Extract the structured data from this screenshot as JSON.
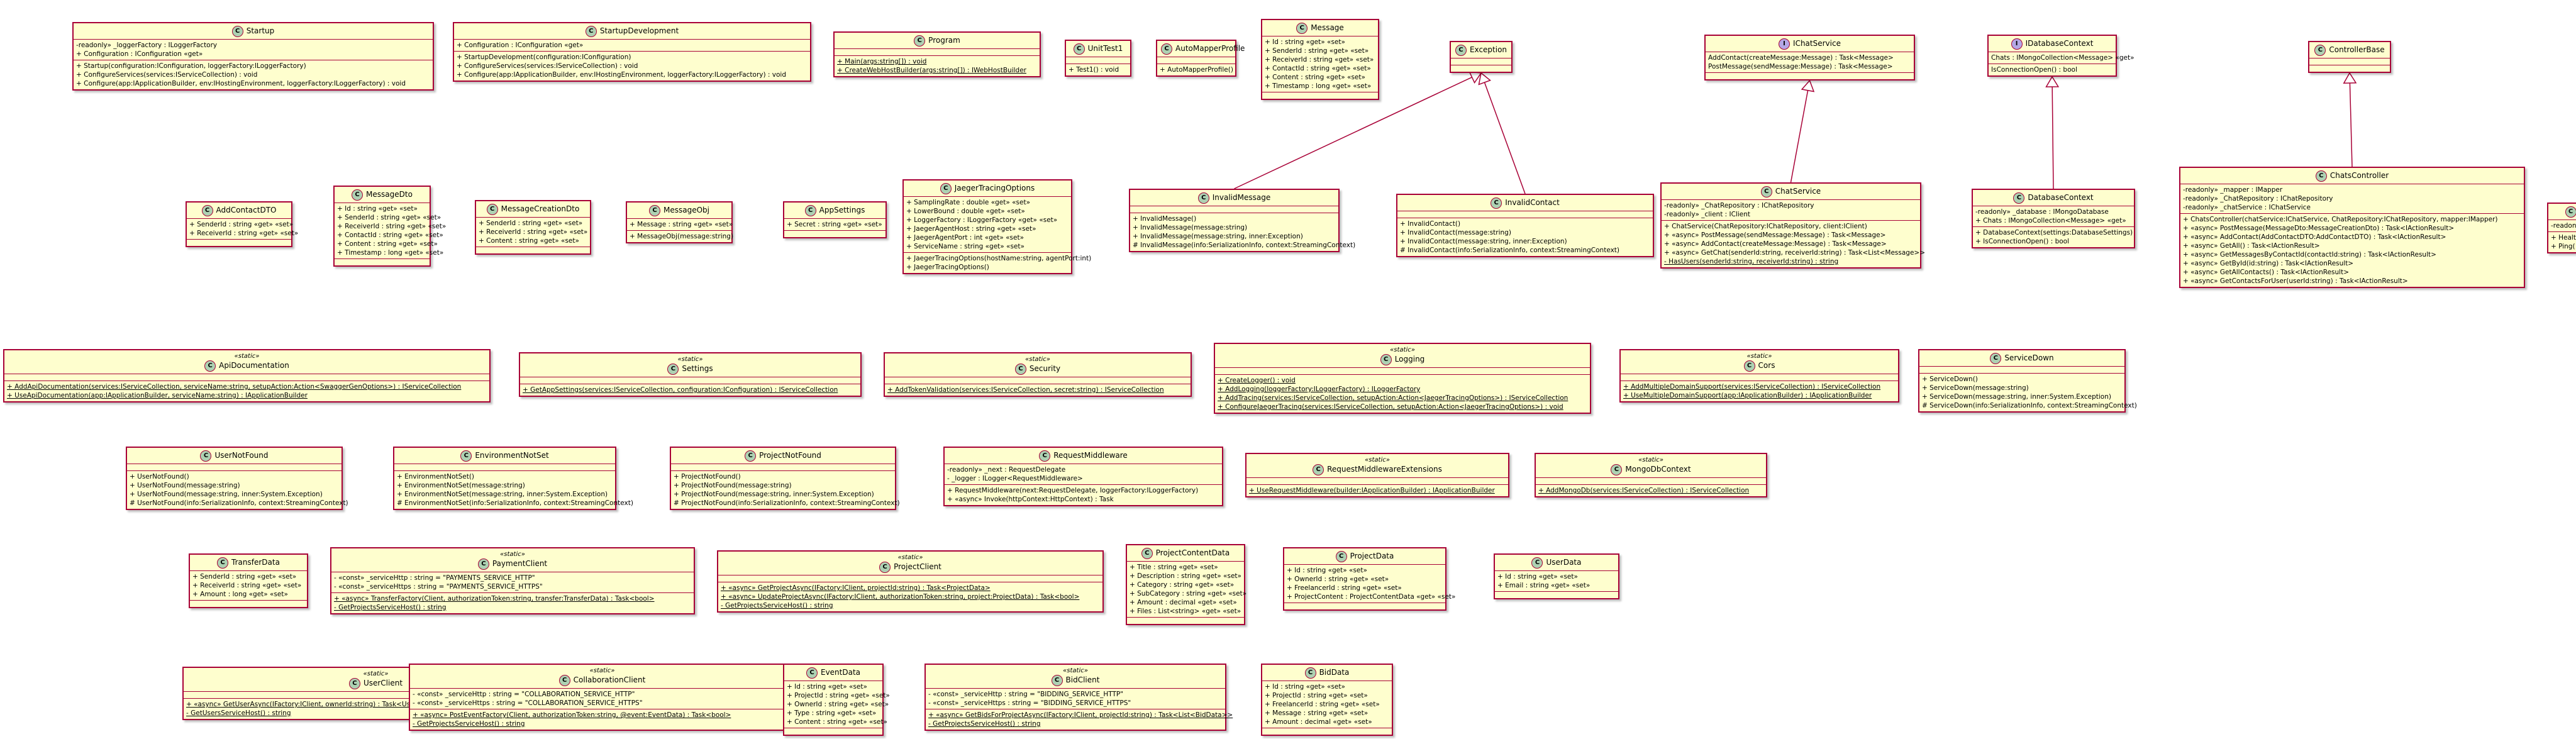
{
  "classes": [
    {
      "id": "Startup",
      "name": "Startup",
      "kind": "class",
      "fields": [
        "-readonly» _loggerFactory : ILoggerFactory",
        "+ Configuration : IConfiguration «get»"
      ],
      "methods": [
        "+ Startup(configuration:IConfiguration, loggerFactory:ILoggerFactory)",
        "+ ConfigureServices(services:IServiceCollection) : void",
        "+ Configure(app:IApplicationBuilder, env:IHostingEnvironment, loggerFactory:ILoggerFactory) : void"
      ]
    },
    {
      "id": "StartupDevelopment",
      "name": "StartupDevelopment",
      "kind": "class",
      "fields": [
        "+ Configuration : IConfiguration «get»"
      ],
      "methods": [
        "+ StartupDevelopment(configuration:IConfiguration)",
        "+ ConfigureServices(services:IServiceCollection) : void",
        "+ Configure(app:IApplicationBuilder, env:IHostingEnvironment, loggerFactory:ILoggerFactory) : void"
      ]
    },
    {
      "id": "Program",
      "name": "Program",
      "kind": "class",
      "fields": [],
      "methods": [
        "+ Main(args:string[]) : void",
        "+ CreateWebHostBuilder(args:string[]) : IWebHostBuilder"
      ],
      "static_methods": [
        0,
        1
      ]
    },
    {
      "id": "UnitTest1",
      "name": "UnitTest1",
      "kind": "class",
      "fields": [],
      "methods": [
        "+ Test1() : void"
      ]
    },
    {
      "id": "AutoMapperProfile",
      "name": "AutoMapperProfile",
      "kind": "class",
      "fields": [],
      "methods": [
        "+ AutoMapperProfile()"
      ]
    },
    {
      "id": "Message",
      "name": "Message",
      "kind": "class",
      "fields": [
        "+ Id : string «get» «set»",
        "+ SenderId : string «get» «set»",
        "+ ReceiverId : string «get» «set»",
        "+ ContactId : string «get» «set»",
        "+ Content : string «get» «set»",
        "+ Timestamp : long «get» «set»"
      ],
      "methods": []
    },
    {
      "id": "Exception",
      "name": "Exception",
      "kind": "class",
      "fields": [],
      "methods": []
    },
    {
      "id": "IChatService",
      "name": "IChatService",
      "kind": "interface",
      "fields": [
        "AddContact(createMessage:Message) : Task<Message>",
        "PostMessage(sendMessage:Message) : Task<Message>"
      ],
      "methods": []
    },
    {
      "id": "IDatabaseContext",
      "name": "IDatabaseContext",
      "kind": "interface",
      "fields": [
        "Chats : IMongoCollection<Message> «get»"
      ],
      "methods": [
        "IsConnectionOpen() : bool"
      ]
    },
    {
      "id": "ControllerBase",
      "name": "ControllerBase",
      "kind": "class",
      "fields": [],
      "methods": []
    },
    {
      "id": "AddContactDTO",
      "name": "AddContactDTO",
      "kind": "class",
      "fields": [
        "+ SenderId : string «get» «set»",
        "+ ReceiverId : string «get» «set»"
      ],
      "methods": []
    },
    {
      "id": "MessageDto",
      "name": "MessageDto",
      "kind": "class",
      "fields": [
        "+ Id : string «get» «set»",
        "+ SenderId : string «get» «set»",
        "+ ReceiverId : string «get» «set»",
        "+ ContactId : string «get» «set»",
        "+ Content : string «get» «set»",
        "+ Timestamp : long «get» «set»"
      ],
      "methods": []
    },
    {
      "id": "MessageCreationDto",
      "name": "MessageCreationDto",
      "kind": "class",
      "fields": [
        "+ SenderId : string «get» «set»",
        "+ ReceiverId : string «get» «set»",
        "+ Content : string «get» «set»"
      ],
      "methods": []
    },
    {
      "id": "MessageObj",
      "name": "MessageObj",
      "kind": "class",
      "fields": [
        "+ Message : string «get» «set»"
      ],
      "methods": [
        "+ MessageObj(message:string)"
      ]
    },
    {
      "id": "AppSettings",
      "name": "AppSettings",
      "kind": "class",
      "fields": [
        "+ Secret : string «get» «set»"
      ],
      "methods": []
    },
    {
      "id": "JaegerTracingOptions",
      "name": "JaegerTracingOptions",
      "kind": "class",
      "fields": [
        "+ SamplingRate : double «get» «set»",
        "+ LowerBound : double «get» «set»",
        "+ LoggerFactory : ILoggerFactory «get» «set»",
        "+ JaegerAgentHost : string «get» «set»",
        "+ JaegerAgentPort : int «get» «set»",
        "+ ServiceName : string «get» «set»"
      ],
      "methods": [
        "+ JaegerTracingOptions(hostName:string, agentPort:int)",
        "+ JaegerTracingOptions()"
      ]
    },
    {
      "id": "InvalidMessage",
      "name": "InvalidMessage",
      "kind": "class",
      "fields": [],
      "methods": [
        "+ InvalidMessage()",
        "+ InvalidMessage(message:string)",
        "+ InvalidMessage(message:string, inner:Exception)",
        "# InvalidMessage(info:SerializationInfo, context:StreamingContext)"
      ]
    },
    {
      "id": "InvalidContact",
      "name": "InvalidContact",
      "kind": "class",
      "fields": [],
      "methods": [
        "+ InvalidContact()",
        "+ InvalidContact(message:string)",
        "+ InvalidContact(message:string, inner:Exception)",
        "# InvalidContact(info:SerializationInfo, context:StreamingContext)"
      ]
    },
    {
      "id": "ChatService",
      "name": "ChatService",
      "kind": "class",
      "fields": [
        "-readonly» _ChatRepository : IChatRepository",
        "-readonly» _client : IClient"
      ],
      "methods": [
        "+ ChatService(ChatRepository:IChatRepository, client:IClient)",
        "+ «async» PostMessage(sendMessage:Message) : Task<Message>",
        "+ «async» AddContact(createMessage:Message) : Task<Message>",
        "+ «async» GetChat(senderId:string, receiverId:string) : Task<List<Message>>",
        "- HasUsers(senderId:string, receiverId:string) : string"
      ],
      "static_methods": [
        4
      ]
    },
    {
      "id": "DatabaseContext",
      "name": "DatabaseContext",
      "kind": "class",
      "fields": [
        "-readonly» _database : IMongoDatabase",
        "+ Chats : IMongoCollection<Message> «get»"
      ],
      "methods": [
        "+ DatabaseContext(settings:DatabaseSettings)",
        "+ IsConnectionOpen() : bool"
      ]
    },
    {
      "id": "ChatsController",
      "name": "ChatsController",
      "kind": "class",
      "fields": [
        "-readonly» _mapper : IMapper",
        "-readonly» _ChatRepository : IChatRepository",
        "-readonly» _chatService : IChatService"
      ],
      "methods": [
        "+ ChatsController(chatService:IChatService, ChatRepository:IChatRepository, mapper:IMapper)",
        "+ «async» PostMessage(MessageDto:MessageCreationDto) : Task<IActionResult>",
        "+ «async» AddContact(AddContactDTO:AddContactDTO) : Task<IActionResult>",
        "+ «async» GetAll() : Task<IActionResult>",
        "+ «async» GetMessagesByContactId(contactId:string) : Task<IActionResult>",
        "+ «async» GetById(id:string) : Task<IActionResult>",
        "+ «async» GetAllContacts() : Task<IActionResult>",
        "+ «async» GetContactsForUser(userId:string) : Task<IActionResult>"
      ]
    },
    {
      "id": "PartialRight",
      "name": "",
      "kind": "class",
      "fields": [
        "-readonl"
      ],
      "methods": [
        "+ Healt",
        "+ Ping("
      ]
    },
    {
      "id": "ApiDocumentation",
      "name": "ApiDocumentation",
      "kind": "static",
      "fields": [],
      "methods": [
        "+ AddApiDocumentation(services:IServiceCollection, serviceName:string, setupAction:Action<SwaggerGenOptions>) : IServiceCollection",
        "+ UseApiDocumentation(app:IApplicationBuilder, serviceName:string) : IApplicationBuilder"
      ],
      "static_methods": [
        0,
        1
      ]
    },
    {
      "id": "Settings",
      "name": "Settings",
      "kind": "static",
      "fields": [],
      "methods": [
        "+ GetAppSettings(services:IServiceCollection, configuration:IConfiguration) : IServiceCollection"
      ],
      "static_methods": [
        0
      ]
    },
    {
      "id": "Security",
      "name": "Security",
      "kind": "static",
      "fields": [],
      "methods": [
        "+ AddTokenValidation(services:IServiceCollection, secret:string) : IServiceCollection"
      ],
      "static_methods": [
        0
      ]
    },
    {
      "id": "Logging",
      "name": "Logging",
      "kind": "static",
      "fields": [],
      "methods": [
        "+ CreateLogger() : void",
        "+ AddLogging(loggerFactory:ILoggerFactory) : ILoggerFactory",
        "+ AddTracing(services:IServiceCollection, setupAction:Action<JaegerTracingOptions>) : IServiceCollection",
        "+ ConfigureJaegerTracing(services:IServiceCollection, setupAction:Action<JaegerTracingOptions>) : void"
      ],
      "static_methods": [
        0,
        1,
        2,
        3
      ]
    },
    {
      "id": "Cors",
      "name": "Cors",
      "kind": "static",
      "fields": [],
      "methods": [
        "+ AddMultipleDomainSupport(services:IServiceCollection) : IServiceCollection",
        "+ UseMultipleDomainSupport(app:IApplicationBuilder) : IApplicationBuilder"
      ],
      "static_methods": [
        0,
        1
      ]
    },
    {
      "id": "ServiceDown",
      "name": "ServiceDown",
      "kind": "class",
      "fields": [],
      "methods": [
        "+ ServiceDown()",
        "+ ServiceDown(message:string)",
        "+ ServiceDown(message:string, inner:System.Exception)",
        "# ServiceDown(info:SerializationInfo, context:StreamingContext)"
      ]
    },
    {
      "id": "UserNotFound",
      "name": "UserNotFound",
      "kind": "class",
      "fields": [],
      "methods": [
        "+ UserNotFound()",
        "+ UserNotFound(message:string)",
        "+ UserNotFound(message:string, inner:System.Exception)",
        "# UserNotFound(info:SerializationInfo, context:StreamingContext)"
      ]
    },
    {
      "id": "EnvironmentNotSet",
      "name": "EnvironmentNotSet",
      "kind": "class",
      "fields": [],
      "methods": [
        "+ EnvironmentNotSet()",
        "+ EnvironmentNotSet(message:string)",
        "+ EnvironmentNotSet(message:string, inner:System.Exception)",
        "# EnvironmentNotSet(info:SerializationInfo, context:StreamingContext)"
      ]
    },
    {
      "id": "ProjectNotFound",
      "name": "ProjectNotFound",
      "kind": "class",
      "fields": [],
      "methods": [
        "+ ProjectNotFound()",
        "+ ProjectNotFound(message:string)",
        "+ ProjectNotFound(message:string, inner:System.Exception)",
        "# ProjectNotFound(info:SerializationInfo, context:StreamingContext)"
      ]
    },
    {
      "id": "RequestMiddleware",
      "name": "RequestMiddleware",
      "kind": "class",
      "fields": [
        "-readonly» _next : RequestDelegate",
        "- _logger : ILogger<RequestMiddleware>"
      ],
      "methods": [
        "+ RequestMiddleware(next:RequestDelegate, loggerFactory:ILoggerFactory)",
        "+ «async» Invoke(httpContext:HttpContext) : Task"
      ]
    },
    {
      "id": "RequestMiddlewareExtensions",
      "name": "RequestMiddlewareExtensions",
      "kind": "static",
      "fields": [],
      "methods": [
        "+ UseRequestMiddleware(builder:IApplicationBuilder) : IApplicationBuilder"
      ],
      "static_methods": [
        0
      ]
    },
    {
      "id": "MongoDbContext",
      "name": "MongoDbContext",
      "kind": "static",
      "fields": [],
      "methods": [
        "+ AddMongoDb(services:IServiceCollection) : IServiceCollection"
      ],
      "static_methods": [
        0
      ]
    },
    {
      "id": "TransferData",
      "name": "TransferData",
      "kind": "class",
      "fields": [
        "+ SenderId : string «get» «set»",
        "+ ReceiverId : string «get» «set»",
        "+ Amount : long «get» «set»"
      ],
      "methods": []
    },
    {
      "id": "PaymentClient",
      "name": "PaymentClient",
      "kind": "static",
      "fields": [
        "- «const» _serviceHttp : string = \"PAYMENTS_SERVICE_HTTP\"",
        "- «const» _serviceHttps : string = \"PAYMENTS_SERVICE_HTTPS\""
      ],
      "methods": [
        "+ «async» TransferFactory(Client, authorizationToken:string, transfer:TransferData) : Task<bool>",
        "- GetProjectsServiceHost() : string"
      ],
      "static_methods": [
        0,
        1
      ]
    },
    {
      "id": "ProjectClient",
      "name": "ProjectClient",
      "kind": "static",
      "fields": [],
      "methods": [
        "+ «async» GetProjectAsync(IFactory:IClient, projectId:string) : Task<ProjectData>",
        "+ «async» UpdateProjectAsync(IFactory:IClient, authorizationToken:string, project:ProjectData) : Task<bool>",
        "- GetProjectsServiceHost() : string"
      ],
      "static_methods": [
        0,
        1,
        2
      ]
    },
    {
      "id": "ProjectContentData",
      "name": "ProjectContentData",
      "kind": "class",
      "fields": [
        "+ Title : string «get» «set»",
        "+ Description : string «get» «set»",
        "+ Category : string «get» «set»",
        "+ SubCategory : string «get» «set»",
        "+ Amount : decimal «get» «set»",
        "+ Files : List<string> «get» «set»"
      ],
      "methods": []
    },
    {
      "id": "ProjectData",
      "name": "ProjectData",
      "kind": "class",
      "fields": [
        "+ Id : string «get» «set»",
        "+ OwnerId : string «get» «set»",
        "+ FreelancerId : string «get» «set»",
        "+ ProjectContent : ProjectContentData «get» «set»"
      ],
      "methods": []
    },
    {
      "id": "UserData",
      "name": "UserData",
      "kind": "class",
      "fields": [
        "+ Id : string «get» «set»",
        "+ Email : string «get» «set»"
      ],
      "methods": []
    },
    {
      "id": "UserClient",
      "name": "UserClient",
      "kind": "static",
      "fields": [],
      "methods": [
        "+ «async» GetUserAsync(IFactory:IClient, ownerId:string) : Task<UserData>",
        "- GetUsersServiceHost() : string"
      ],
      "static_methods": [
        0,
        1
      ]
    },
    {
      "id": "CollaborationClient",
      "name": "CollaborationClient",
      "kind": "static",
      "fields": [
        "- «const» _serviceHttp : string = \"COLLABORATION_SERVICE_HTTP\"",
        "- «const» _serviceHttps : string = \"COLLABORATION_SERVICE_HTTPS\""
      ],
      "methods": [
        "+ «async» PostEventFactory(Client, authorizationToken:string, @event:EventData) : Task<bool>",
        "- GetProjectsServiceHost() : string"
      ],
      "static_methods": [
        0,
        1
      ]
    },
    {
      "id": "EventData",
      "name": "EventData",
      "kind": "class",
      "fields": [
        "+ Id : string «get» «set»",
        "+ ProjectId : string «get» «set»",
        "+ OwnerId : string «get» «set»",
        "+ Type : string «get» «set»",
        "+ Content : string «get» «set»"
      ],
      "methods": []
    },
    {
      "id": "BidClient",
      "name": "BidClient",
      "kind": "static",
      "fields": [
        "- «const» _serviceHttp : string = \"BIDDING_SERVICE_HTTP\"",
        "- «const» _serviceHttps : string = \"BIDDING_SERVICE_HTTPS\""
      ],
      "methods": [
        "+ «async» GetBidsForProjectAsync(IFactory:IClient, projectId:string) : Task<List<BidData>>",
        "- GetProjectsServiceHost() : string"
      ],
      "static_methods": [
        0,
        1
      ]
    },
    {
      "id": "BidData",
      "name": "BidData",
      "kind": "class",
      "fields": [
        "+ Id : string «get» «set»",
        "+ ProjectId : string «get» «set»",
        "+ FreelancerId : string «get» «set»",
        "+ Message : string «get» «set»",
        "+ Amount : decimal «get» «set»"
      ],
      "methods": []
    }
  ],
  "relations": [
    {
      "from": "InvalidMessage",
      "to": "Exception",
      "type": "extends"
    },
    {
      "from": "InvalidContact",
      "to": "Exception",
      "type": "extends"
    },
    {
      "from": "ChatService",
      "to": "IChatService",
      "type": "implements"
    },
    {
      "from": "DatabaseContext",
      "to": "IDatabaseContext",
      "type": "implements"
    },
    {
      "from": "ChatsController",
      "to": "ControllerBase",
      "type": "extends"
    }
  ],
  "colors": {
    "fill": "#FEFECE",
    "border": "#A80036",
    "class_circle": "#ADD1B2",
    "interface_circle": "#B4A7E5"
  },
  "labels": {
    "static_stereotype": "«static»",
    "class_marker": "C",
    "interface_marker": "I"
  }
}
